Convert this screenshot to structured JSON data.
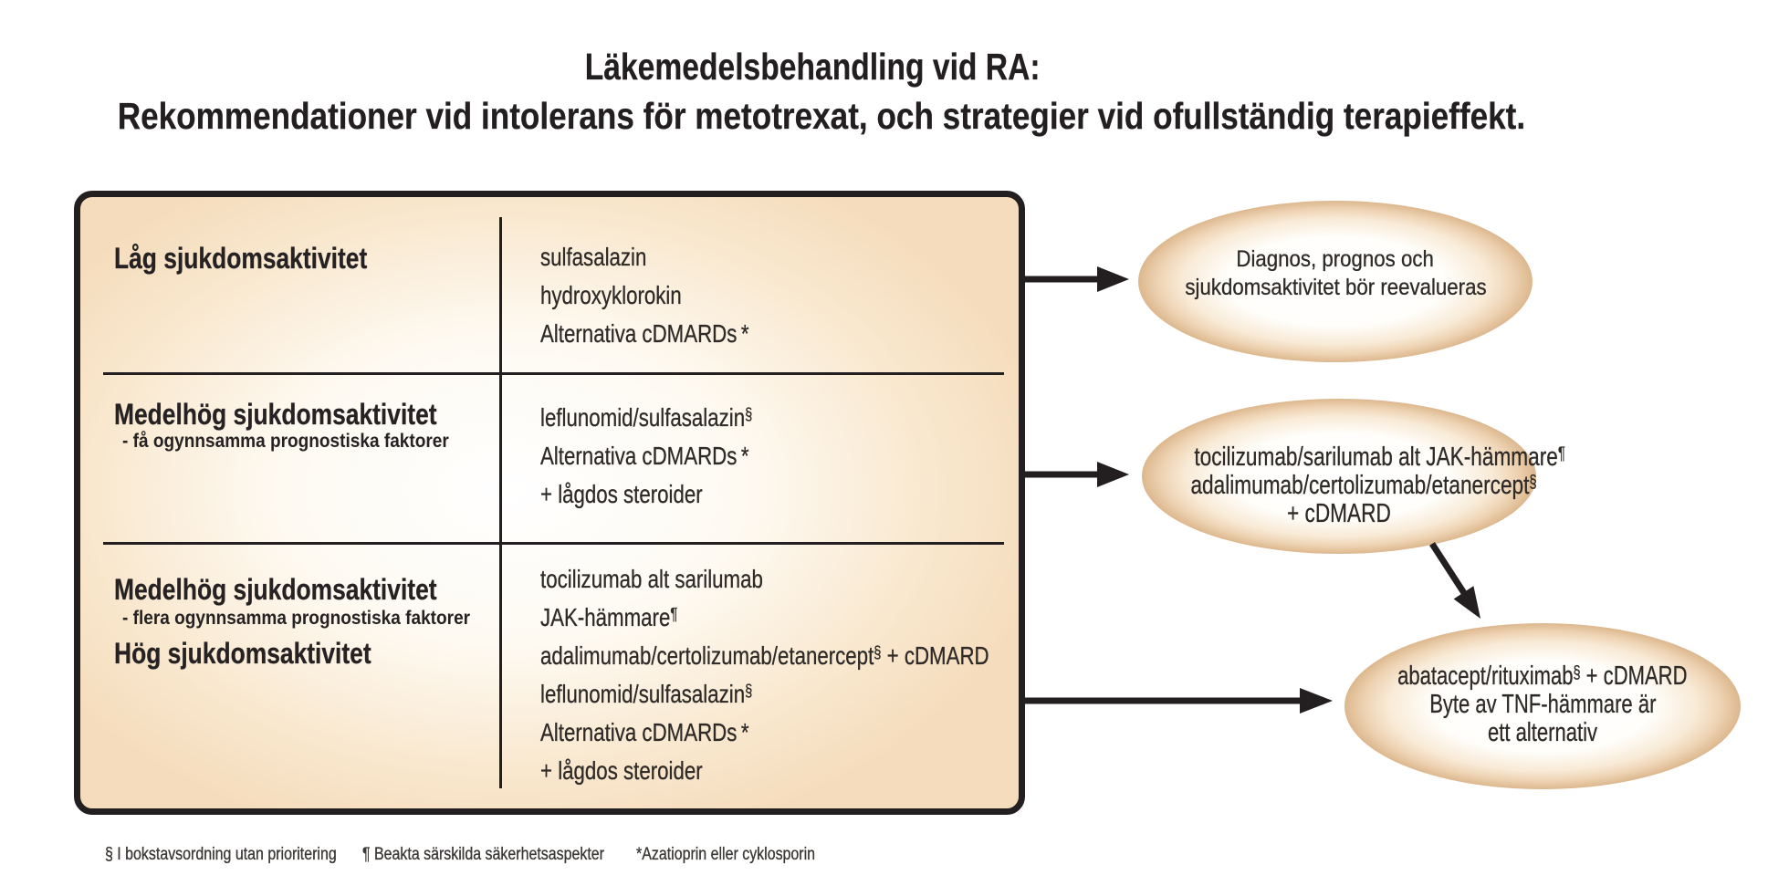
{
  "title": {
    "line1": "Läkemedelsbehandling vid RA:",
    "line2": "Rekommendationer vid intolerans för metotrexat, och strategier vid ofullständig terapieffekt."
  },
  "box": {
    "rows": [
      {
        "label": "Låg sjukdomsaktivitet",
        "sublabel": "",
        "label2": "",
        "drugs": [
          {
            "pre": "sulfasalazin",
            "sup": "",
            "post": ""
          },
          {
            "pre": "hydroxyklorokin",
            "sup": "",
            "post": ""
          },
          {
            "pre": "Alternativa cDMARDs *",
            "sup": "",
            "post": ""
          }
        ]
      },
      {
        "label": "Medelhög sjukdomsaktivitet",
        "sublabel": "- få ogynnsamma prognostiska faktorer",
        "label2": "",
        "drugs": [
          {
            "pre": "leflunomid/sulfasalazin",
            "sup": "§",
            "post": ""
          },
          {
            "pre": "Alternativa cDMARDs *",
            "sup": "",
            "post": ""
          },
          {
            "pre": "+ lågdos steroider",
            "sup": "",
            "post": ""
          }
        ]
      },
      {
        "label": "Medelhög sjukdomsaktivitet",
        "sublabel": "- flera ogynnsamma prognostiska faktorer",
        "label2": "Hög sjukdomsaktivitet",
        "drugs": [
          {
            "pre": "tocilizumab alt sarilumab",
            "sup": "",
            "post": ""
          },
          {
            "pre": "JAK-hämmare",
            "sup": "¶",
            "post": ""
          },
          {
            "pre": "adalimumab/certolizumab/etanercept",
            "sup": "§",
            "post": " + cDMARD"
          },
          {
            "pre": "leflunomid/sulfasalazin",
            "sup": "§",
            "post": ""
          },
          {
            "pre": "Alternativa cDMARDs *",
            "sup": "",
            "post": ""
          },
          {
            "pre": "+ lågdos steroider",
            "sup": "",
            "post": ""
          }
        ]
      }
    ]
  },
  "ellipses": [
    {
      "lines": [
        {
          "pre": "Diagnos, prognos och",
          "sup": "",
          "post": ""
        },
        {
          "pre": "sjukdomsaktivitet bör reevalueras",
          "sup": "",
          "post": ""
        }
      ]
    },
    {
      "lines": [
        {
          "pre": "tocilizumab/sarilumab alt JAK-hämmare",
          "sup": "¶",
          "post": ""
        },
        {
          "pre": "adalimumab/certolizumab/etanercept",
          "sup": "§",
          "post": ""
        },
        {
          "pre": "+ cDMARD",
          "sup": "",
          "post": ""
        }
      ]
    },
    {
      "lines": [
        {
          "pre": "abatacept/rituximab",
          "sup": "§",
          "post": " + cDMARD"
        },
        {
          "pre": "Byte av TNF-hämmare är",
          "sup": "",
          "post": ""
        },
        {
          "pre": "ett alternativ",
          "sup": "",
          "post": ""
        }
      ]
    }
  ],
  "footnotes": [
    {
      "text": "§ I bokstavsordning utan prioritering"
    },
    {
      "text": "¶ Beakta särskilda säkerhetsaspekter"
    },
    {
      "text": "*Azatioprin eller cyklosporin"
    }
  ],
  "colors": {
    "background": "#ffffff",
    "box_edge_peach": "#f5dcbb",
    "box_center": "#ffffff",
    "ellipse_rim_peach": "#dcb78f",
    "line_black": "#231f20",
    "text_black": "#2b2724",
    "footnote_gray": "#3c3937"
  }
}
